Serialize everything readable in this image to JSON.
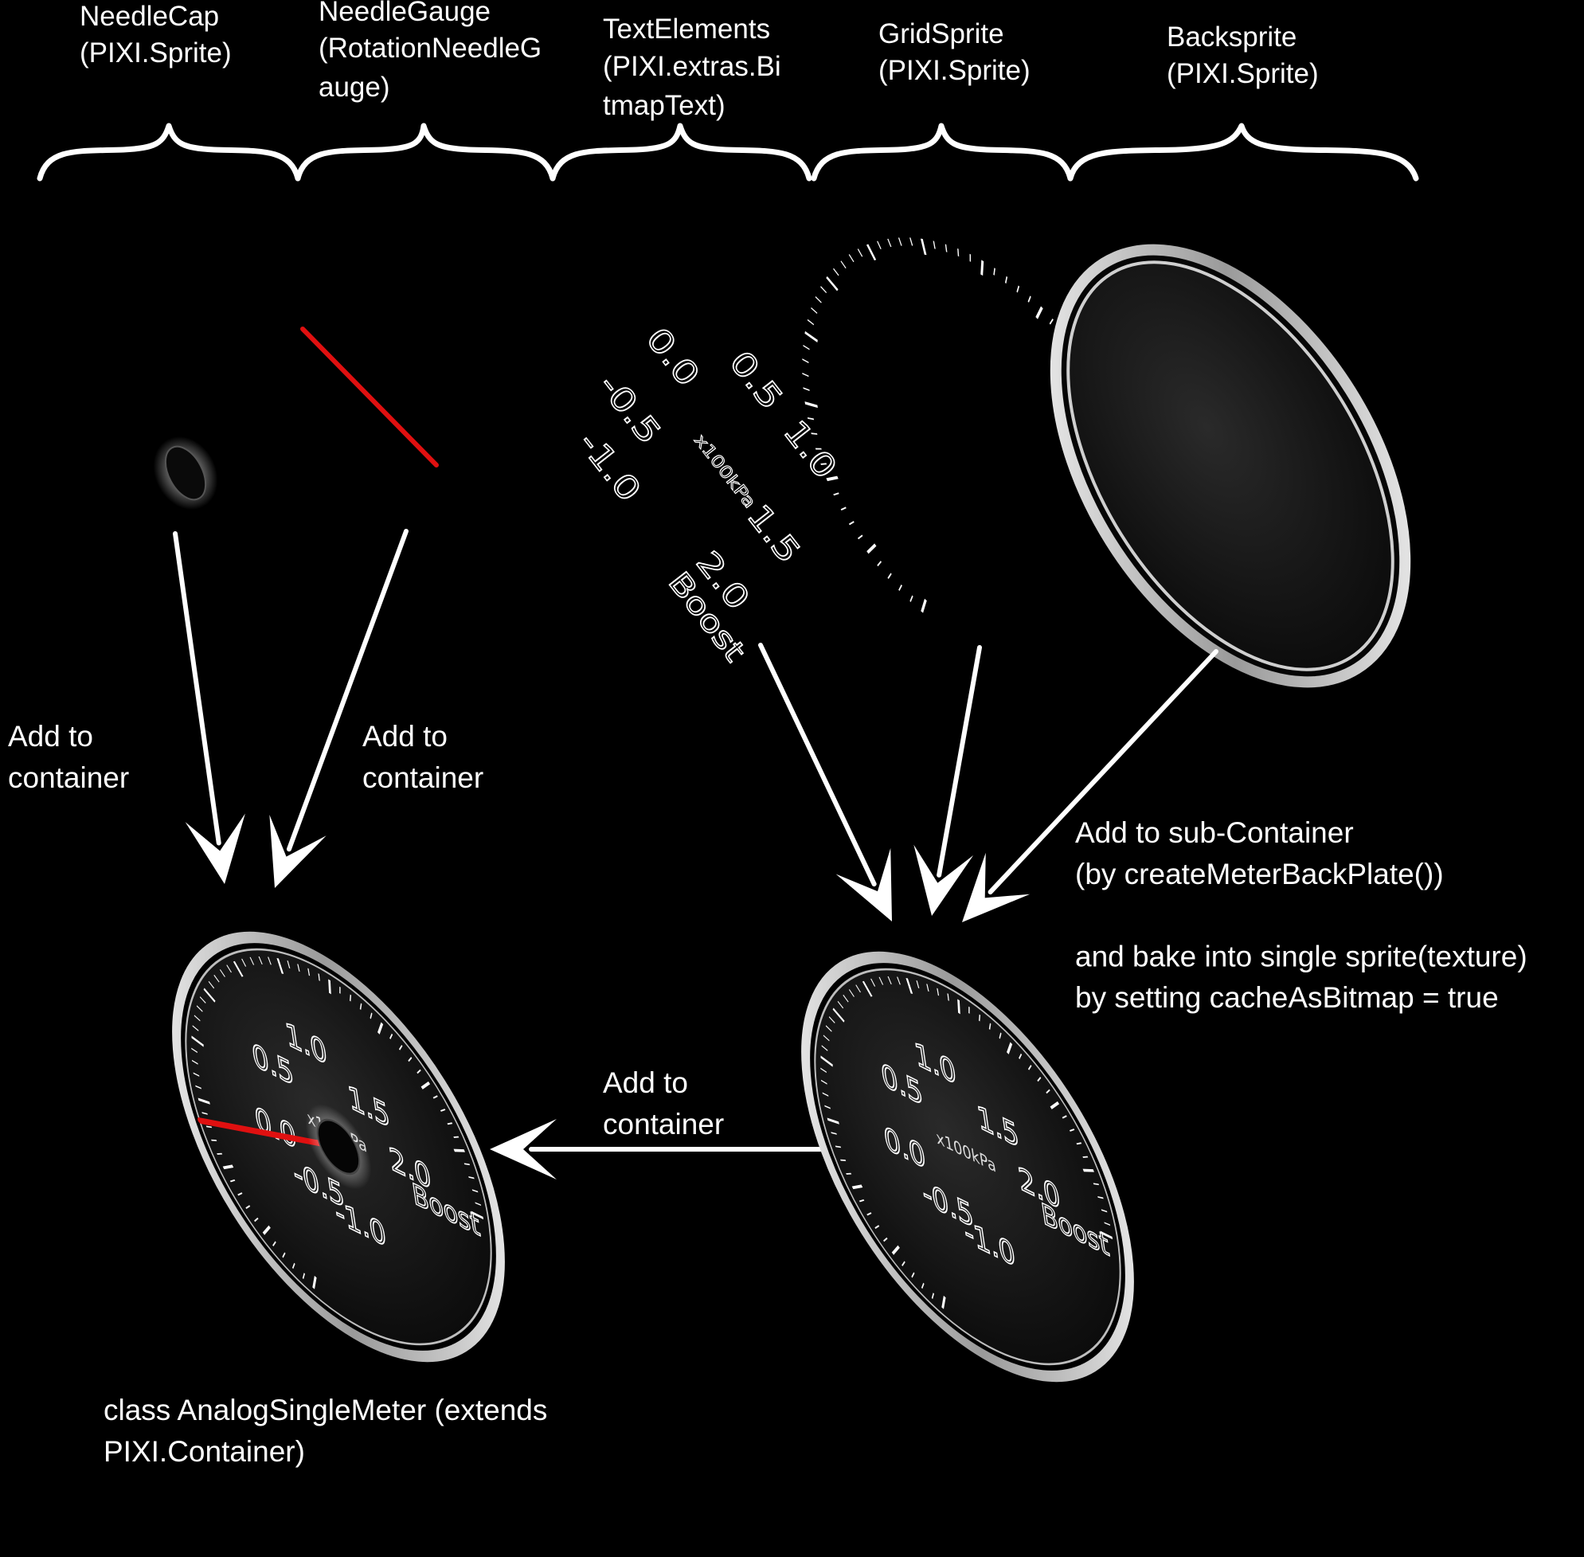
{
  "components": [
    {
      "name_text": "NeedleCap",
      "class_text": "(PIXI.Sprite)"
    },
    {
      "name_text": "NeedleGauge",
      "class_text": "(RotationNeedleG\nauge)"
    },
    {
      "name_text": "TextElements",
      "class_text": "(PIXI.extras.Bi\ntmapText)"
    },
    {
      "name_text": "GridSprite",
      "class_text": "(PIXI.Sprite)"
    },
    {
      "name_text": "Backsprite",
      "class_text": "(PIXI.Sprite)"
    }
  ],
  "arrow_labels": {
    "cap_to_container": "Add to\ncontainer",
    "needle_to_container": "Add to\ncontainer",
    "subcontainer": "Add to sub-Container\n(by createMeterBackPlate())\n\nand bake into single sprite(texture)\nby setting cacheAsBitmap = true",
    "plate_to_container": "Add to\ncontainer"
  },
  "result_caption": "class AnalogSingleMeter (extends\nPIXI.Container)",
  "gauge": {
    "scale_labels": [
      "-1.0",
      "-0.5",
      "0.0",
      "0.5",
      "1.0",
      "1.5",
      "2.0"
    ],
    "unit_label": "x100kPa",
    "title_label": "Boost"
  },
  "colors": {
    "background": "#000000",
    "foreground": "#ffffff",
    "needle": "#e01010",
    "plate": "#111111"
  }
}
